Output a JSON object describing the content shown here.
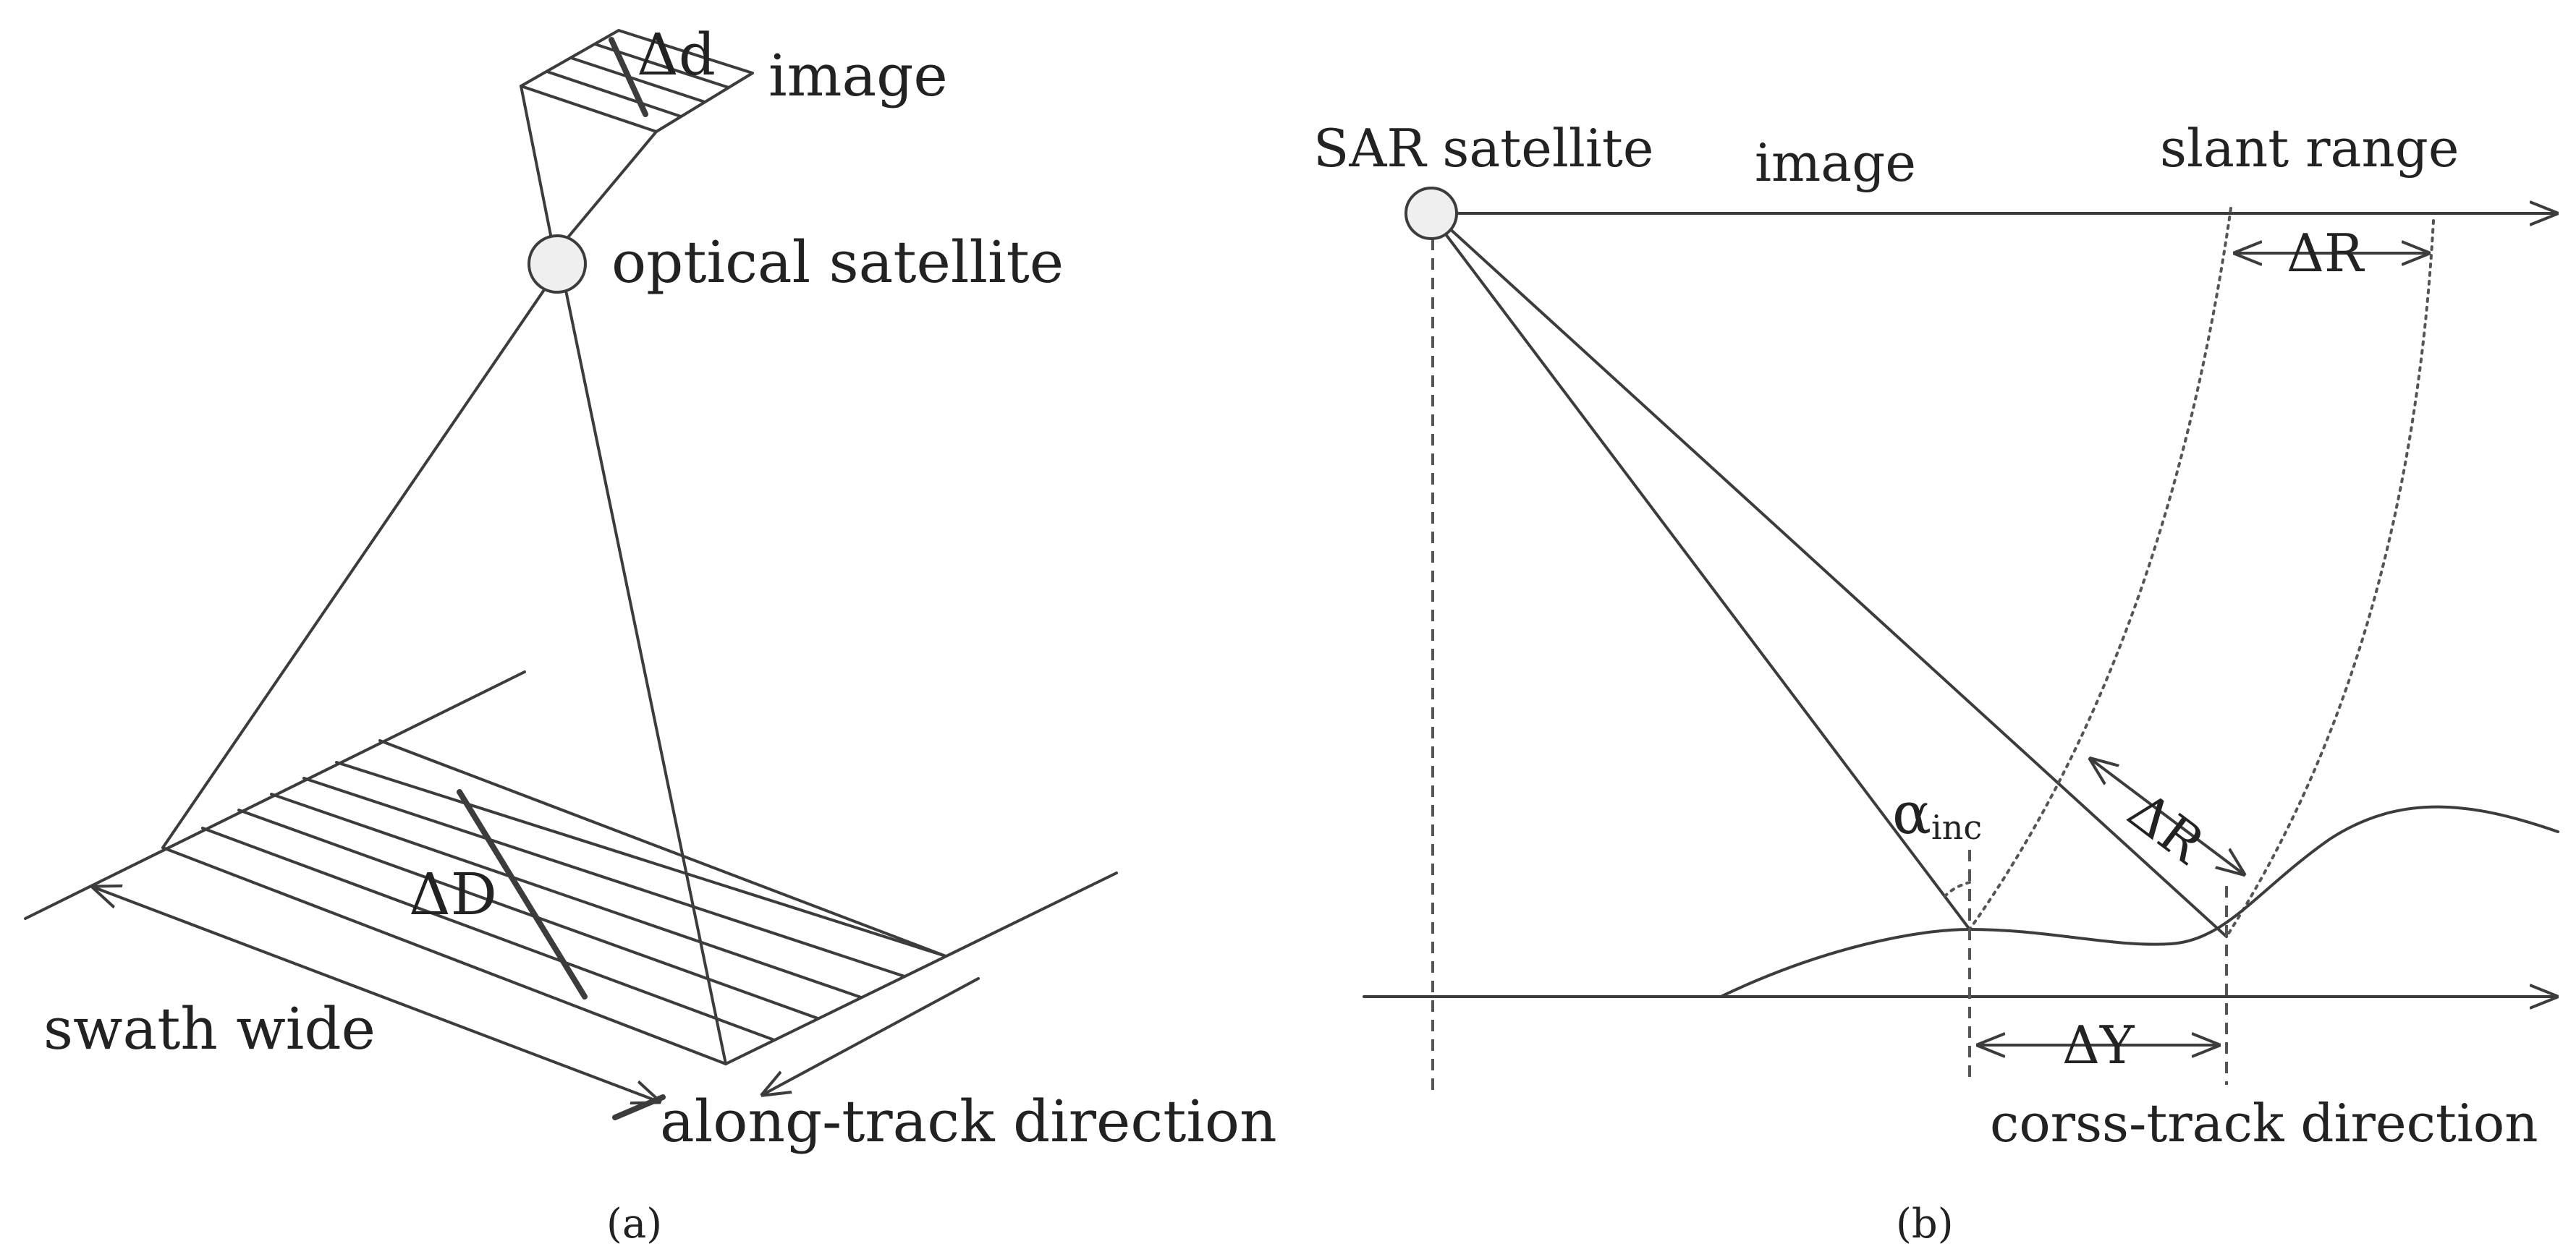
{
  "panel_a": {
    "caption": "(a)",
    "labels": {
      "image": "image",
      "delta_d": "Δd",
      "optical_satellite": "optical satellite",
      "delta_D": "ΔD",
      "swath_wide": "swath wide",
      "along_track": "along-track direction"
    }
  },
  "panel_b": {
    "caption": "(b)",
    "labels": {
      "sar_satellite": "SAR satellite",
      "image": "image",
      "slant_range": "slant range",
      "delta_R_top": "ΔR",
      "delta_R_mid": "ΔR",
      "alpha": "α",
      "alpha_sub": "inc",
      "delta_Y": "ΔY",
      "cross_track": "corss-track direction"
    }
  }
}
